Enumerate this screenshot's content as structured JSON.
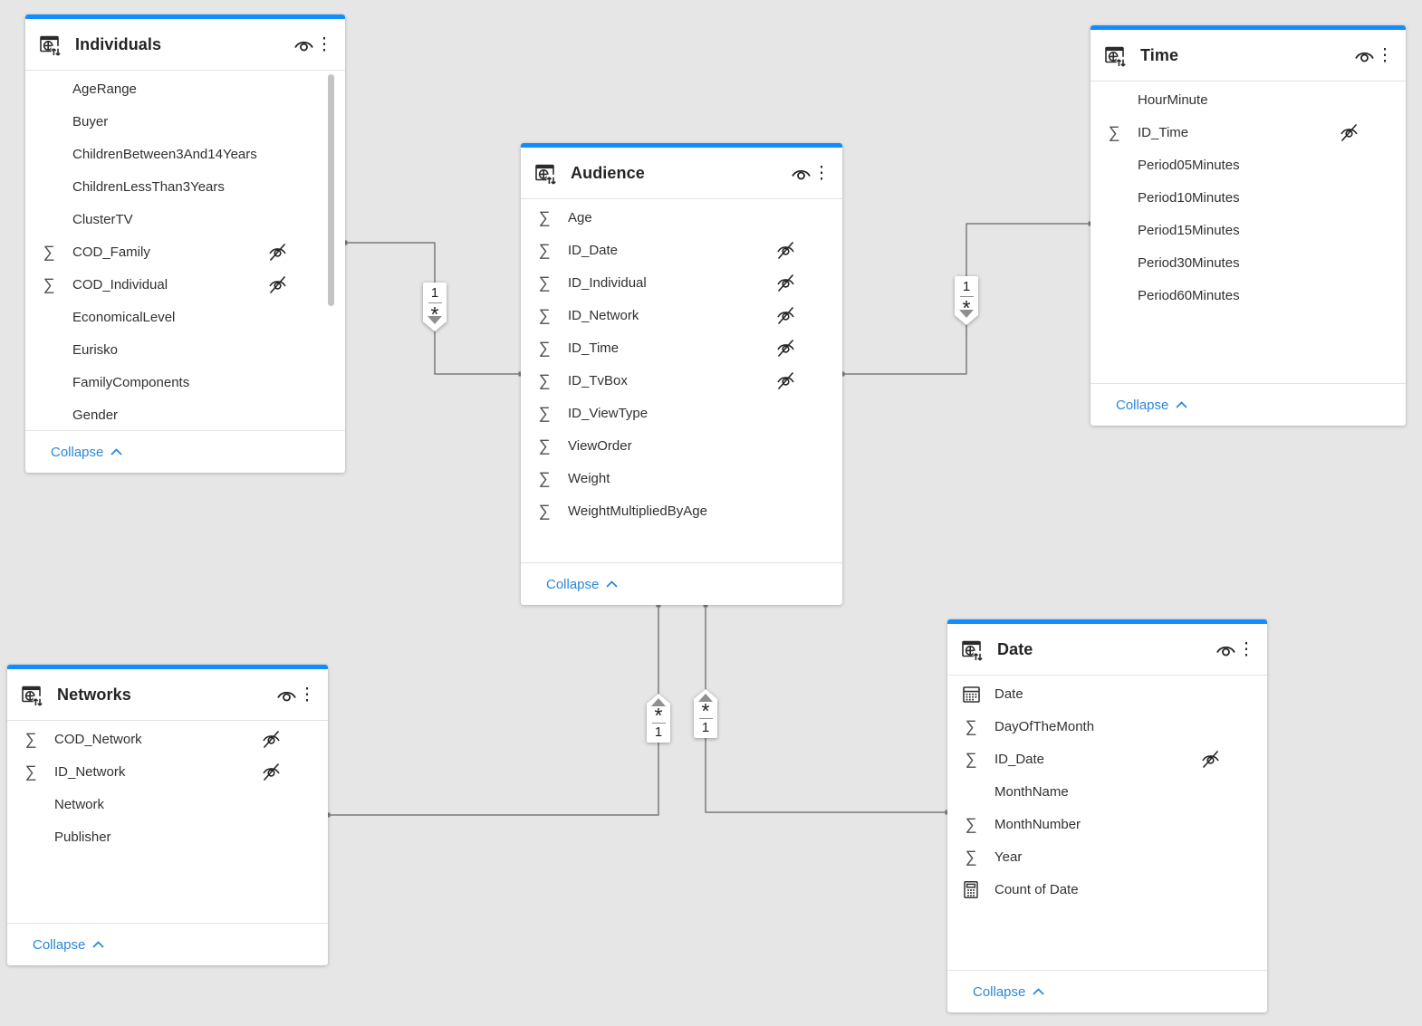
{
  "colors": {
    "canvas_bg": "#e6e6e6",
    "card_bg": "#ffffff",
    "accent_blue": "#118dff",
    "link_blue": "#2b88d8",
    "line_gray": "#7a7a7a"
  },
  "tables": [
    {
      "id": "individuals",
      "title": "Individuals",
      "collapse_label": "Collapse",
      "has_scrollbar": true,
      "fields": [
        {
          "name": "AgeRange",
          "icon": null,
          "hidden": false
        },
        {
          "name": "Buyer",
          "icon": null,
          "hidden": false
        },
        {
          "name": "ChildrenBetween3And14Years",
          "icon": null,
          "hidden": false
        },
        {
          "name": "ChildrenLessThan3Years",
          "icon": null,
          "hidden": false
        },
        {
          "name": "ClusterTV",
          "icon": null,
          "hidden": false
        },
        {
          "name": "COD_Family",
          "icon": "sigma",
          "hidden": true
        },
        {
          "name": "COD_Individual",
          "icon": "sigma",
          "hidden": true
        },
        {
          "name": "EconomicalLevel",
          "icon": null,
          "hidden": false
        },
        {
          "name": "Eurisko",
          "icon": null,
          "hidden": false
        },
        {
          "name": "FamilyComponents",
          "icon": null,
          "hidden": false
        },
        {
          "name": "Gender",
          "icon": null,
          "hidden": false
        }
      ]
    },
    {
      "id": "audience",
      "title": "Audience",
      "collapse_label": "Collapse",
      "has_scrollbar": false,
      "fields": [
        {
          "name": "Age",
          "icon": "sigma",
          "hidden": false
        },
        {
          "name": "ID_Date",
          "icon": "sigma",
          "hidden": true
        },
        {
          "name": "ID_Individual",
          "icon": "sigma",
          "hidden": true
        },
        {
          "name": "ID_Network",
          "icon": "sigma",
          "hidden": true
        },
        {
          "name": "ID_Time",
          "icon": "sigma",
          "hidden": true
        },
        {
          "name": "ID_TvBox",
          "icon": "sigma",
          "hidden": true
        },
        {
          "name": "ID_ViewType",
          "icon": "sigma",
          "hidden": false
        },
        {
          "name": "ViewOrder",
          "icon": "sigma",
          "hidden": false
        },
        {
          "name": "Weight",
          "icon": "sigma",
          "hidden": false
        },
        {
          "name": "WeightMultipliedByAge",
          "icon": "sigma",
          "hidden": false
        }
      ]
    },
    {
      "id": "time",
      "title": "Time",
      "collapse_label": "Collapse",
      "has_scrollbar": false,
      "fields": [
        {
          "name": "HourMinute",
          "icon": null,
          "hidden": false
        },
        {
          "name": "ID_Time",
          "icon": "sigma",
          "hidden": true
        },
        {
          "name": "Period05Minutes",
          "icon": null,
          "hidden": false
        },
        {
          "name": "Period10Minutes",
          "icon": null,
          "hidden": false
        },
        {
          "name": "Period15Minutes",
          "icon": null,
          "hidden": false
        },
        {
          "name": "Period30Minutes",
          "icon": null,
          "hidden": false
        },
        {
          "name": "Period60Minutes",
          "icon": null,
          "hidden": false
        }
      ]
    },
    {
      "id": "networks",
      "title": "Networks",
      "collapse_label": "Collapse",
      "has_scrollbar": false,
      "fields": [
        {
          "name": "COD_Network",
          "icon": "sigma",
          "hidden": true
        },
        {
          "name": "ID_Network",
          "icon": "sigma",
          "hidden": true
        },
        {
          "name": "Network",
          "icon": null,
          "hidden": false
        },
        {
          "name": "Publisher",
          "icon": null,
          "hidden": false
        }
      ]
    },
    {
      "id": "date",
      "title": "Date",
      "collapse_label": "Collapse",
      "has_scrollbar": false,
      "fields": [
        {
          "name": "Date",
          "icon": "calendar",
          "hidden": false
        },
        {
          "name": "DayOfTheMonth",
          "icon": "sigma",
          "hidden": false
        },
        {
          "name": "ID_Date",
          "icon": "sigma",
          "hidden": true
        },
        {
          "name": "MonthName",
          "icon": null,
          "hidden": false
        },
        {
          "name": "MonthNumber",
          "icon": "sigma",
          "hidden": false
        },
        {
          "name": "Year",
          "icon": "sigma",
          "hidden": false
        },
        {
          "name": "Count of Date",
          "icon": "calculator",
          "hidden": false
        }
      ]
    }
  ],
  "relationships": [
    {
      "id": "individuals-audience",
      "from": "Individuals",
      "to": "Audience",
      "top_label": "1",
      "bottom_label": "*",
      "arrow": "down"
    },
    {
      "id": "time-audience",
      "from": "Time",
      "to": "Audience",
      "top_label": "1",
      "bottom_label": "*",
      "arrow": "down"
    },
    {
      "id": "audience-networks",
      "from": "Audience",
      "to": "Networks",
      "top_label": "*",
      "bottom_label": "1",
      "arrow": "up"
    },
    {
      "id": "audience-date",
      "from": "Audience",
      "to": "Date",
      "top_label": "*",
      "bottom_label": "1",
      "arrow": "up"
    }
  ]
}
